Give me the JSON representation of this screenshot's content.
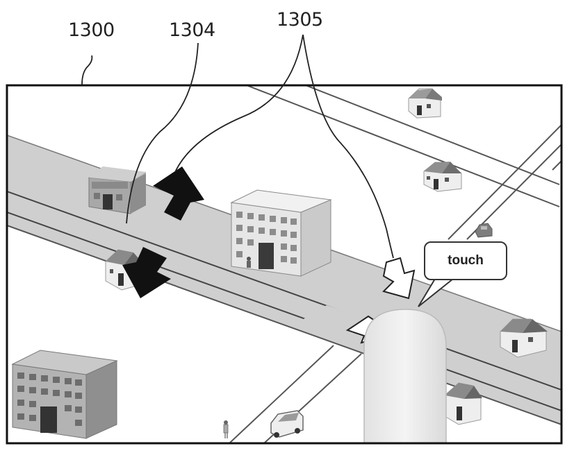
{
  "labels": {
    "device": "1300",
    "road_lines": "1304",
    "arrows": "1305"
  },
  "bubble": {
    "text": "touch"
  },
  "colors": {
    "road": "#cfcfcf",
    "road_edge": "#555555",
    "frame": "#111111",
    "arrow": "#111111",
    "finger": "#eeeeee"
  }
}
